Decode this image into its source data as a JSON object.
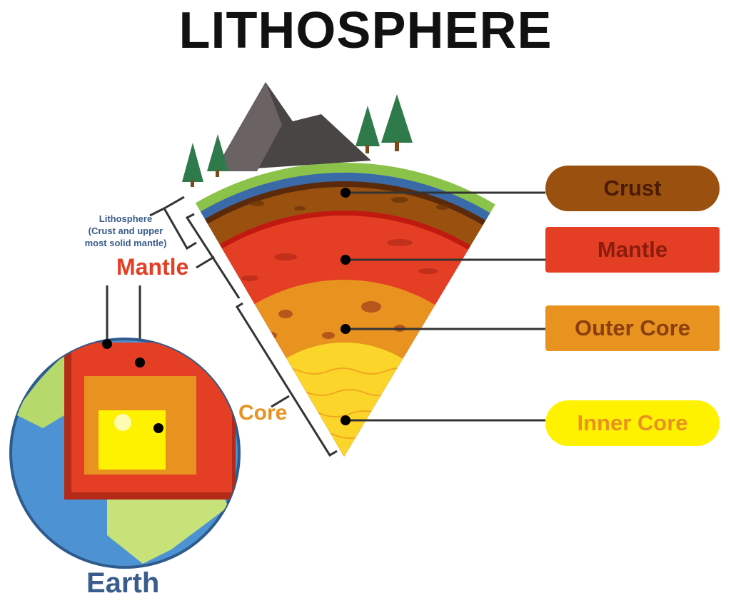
{
  "title": "LITHOSPHERE",
  "layers": [
    {
      "label": "Crust",
      "bg": "#9a510f",
      "fg": "#4a1c05"
    },
    {
      "label": "Mantle",
      "bg": "#e43e24",
      "fg": "#8a1d0c"
    },
    {
      "label": "Outer Core",
      "bg": "#e8921f",
      "fg": "#8a3f0c"
    },
    {
      "label": "Inner Core",
      "bg": "#fff200",
      "fg": "#e8921f"
    }
  ],
  "annotations": {
    "lithosphere_line1": "Lithosphere",
    "lithosphere_line2": "(Crust and upper",
    "lithosphere_line3": "most solid mantle)",
    "mantle": "Mantle",
    "core": "Core",
    "earth": "Earth"
  },
  "colors": {
    "lithosphere": "#3a5c8c",
    "mantle": "#e43e24",
    "core": "#e8921f",
    "earth": "#3a5c8c"
  }
}
